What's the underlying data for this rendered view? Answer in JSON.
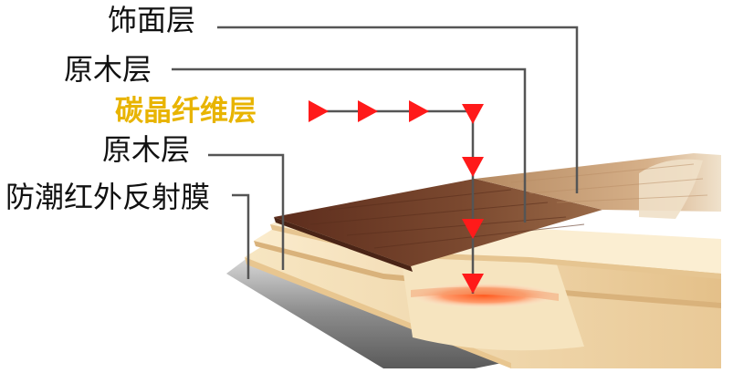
{
  "labels": {
    "decor": "饰面层",
    "wood_top": "原木层",
    "carbon": "碳晶纤维层",
    "wood_bottom": "原木层",
    "reflective": "防潮红外反射膜"
  },
  "colors": {
    "carbon_label": "#e8b400",
    "arrow": "#ff1a1a",
    "leader": "#555555",
    "walnut": "#7a4630",
    "oak": "#caa27a",
    "light_wood": "#f1d8a8",
    "film": "#8a8a8a"
  }
}
